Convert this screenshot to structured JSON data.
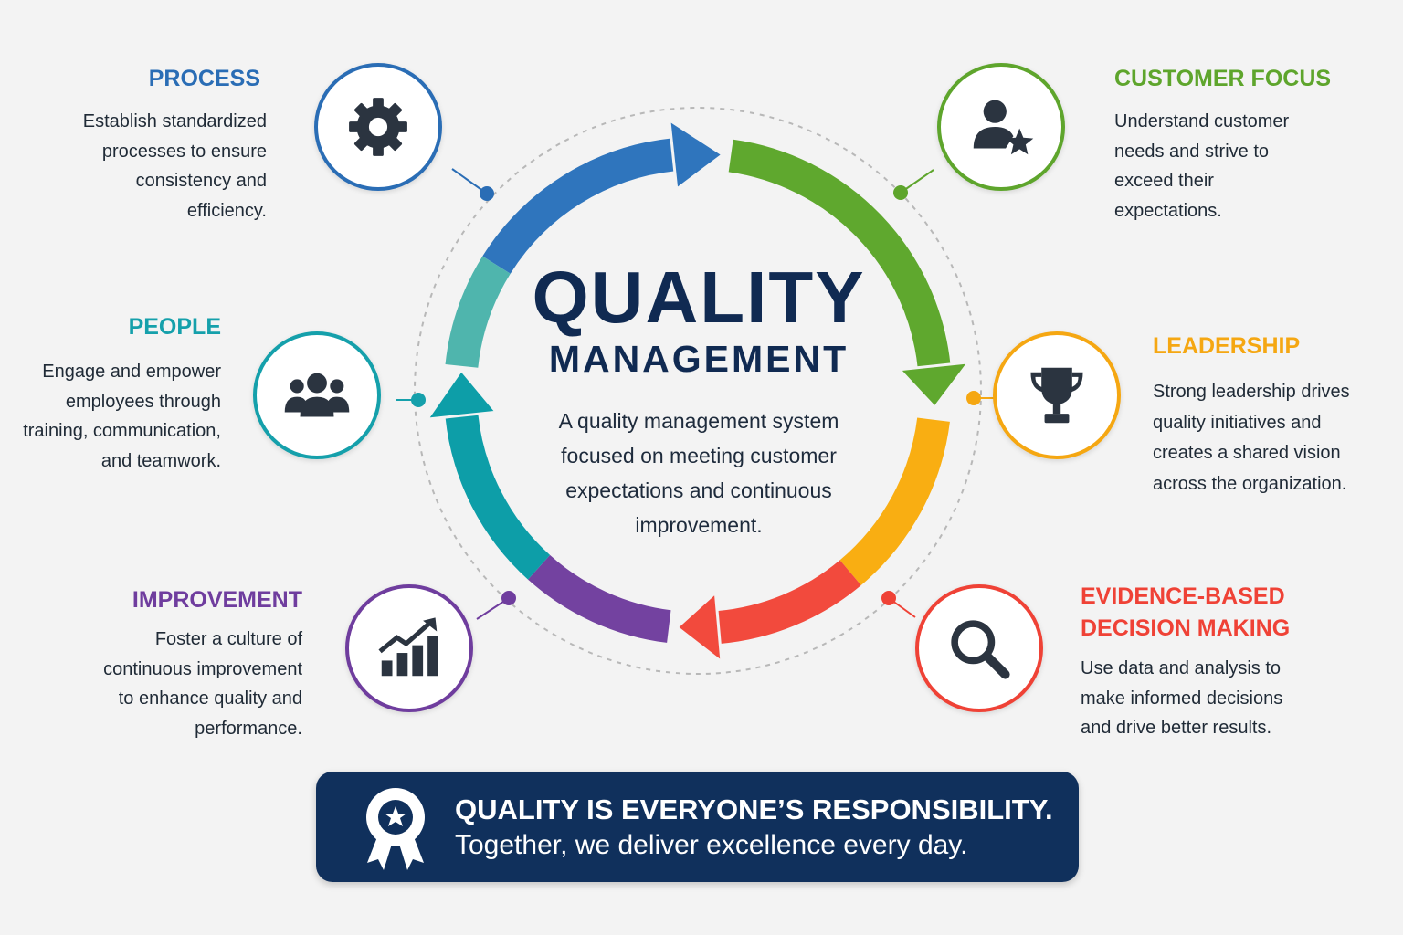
{
  "center": {
    "title": "QUALITY",
    "subtitle": "MANAGEMENT",
    "description": [
      "A quality management system",
      "focused on meeting customer",
      "expectations and continuous",
      "improvement."
    ]
  },
  "principles": {
    "process": {
      "title": "PROCESS",
      "color": "#2a6db5",
      "icon": "gear-icon",
      "lines": [
        "Establish standardized",
        "processes to ensure",
        "consistency and",
        "efficiency."
      ]
    },
    "customer_focus": {
      "title": "CUSTOMER FOCUS",
      "color": "#5ea52c",
      "icon": "customer-star-icon",
      "lines": [
        "Understand customer",
        "needs and strive to",
        "exceed their",
        "expectations."
      ]
    },
    "people": {
      "title": "PEOPLE",
      "color": "#15a0ab",
      "icon": "people-group-icon",
      "lines": [
        "Engage and empower",
        "employees through",
        "training, communication,",
        "and teamwork."
      ]
    },
    "leadership": {
      "title": "LEADERSHIP",
      "color": "#f5a712",
      "icon": "trophy-icon",
      "lines": [
        "Strong leadership drives",
        "quality initiatives and",
        "creates a shared vision",
        "across the organization."
      ]
    },
    "improvement": {
      "title": "IMPROVEMENT",
      "color": "#6f3d9e",
      "icon": "growth-chart-icon",
      "lines": [
        "Foster a culture of",
        "continuous improvement",
        "to enhance quality and",
        "performance."
      ]
    },
    "evidence": {
      "title_lines": [
        "EVIDENCE-BASED",
        "DECISION MAKING"
      ],
      "color": "#ef4236",
      "icon": "magnifier-icon",
      "lines": [
        "Use data and analysis to",
        "make informed decisions",
        "and drive better results."
      ]
    }
  },
  "ring_colors": {
    "blue": "#2f75bd",
    "green": "#5fa82e",
    "yellow": "#f9ae12",
    "red": "#f24a3d",
    "purple": "#7342a0",
    "teal": "#0d9ea8",
    "light_teal": "#4fb5ad"
  },
  "banner": {
    "headline": "QUALITY IS EVERYONE’S RESPONSIBILITY.",
    "tagline": "Together, we deliver excellence every day."
  }
}
